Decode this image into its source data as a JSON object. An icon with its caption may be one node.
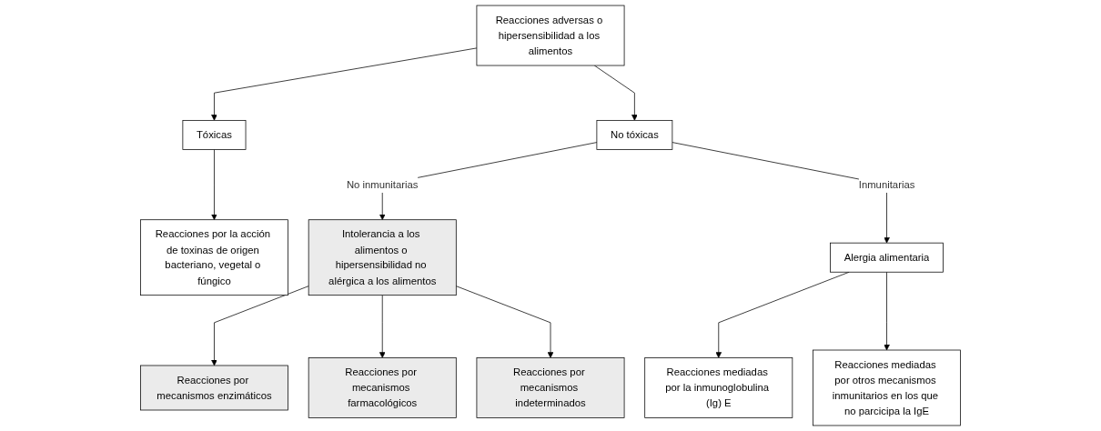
{
  "diagram": {
    "nodes": [
      {
        "text": [
          "Reacciones adversas o hipersensibilidad a los alimentos"
        ]
      },
      {
        "text": [
          "Tóxicas"
        ]
      },
      {
        "text": [
          "No tóxicas"
        ]
      },
      {
        "text": [
          "Reacciones por la acción de toxinas de origen bacteriano, vegetal o fúngico"
        ]
      },
      {
        "text": [
          "Intolerancia a los alimentos o hipersensibilidad no alérgica a los alimentos"
        ]
      },
      {
        "text": [
          "Alergia alimentaria"
        ]
      },
      {
        "text": [
          "Reacciones por mecanismos enzimáticos"
        ]
      },
      {
        "text": [
          "Reacciones por mecanismos farmacológicos"
        ]
      },
      {
        "text": [
          "Reacciones por mecanismos indeterminados"
        ]
      },
      {
        "text": [
          "Reacciones mediadas por la inmunoglobulina (Ig) E"
        ]
      },
      {
        "text": [
          "Reacciones mediadas por otros mecanismos inmunitarios en los que no parcicipa la IgE"
        ]
      }
    ],
    "edges": [
      {
        "from": 0,
        "to": 1,
        "arrow": "to"
      },
      {
        "from": 0,
        "to": 2,
        "arrow": "to"
      },
      {
        "from": 1,
        "to": 3,
        "arrow": "to"
      },
      {
        "from": 2,
        "to": 4,
        "arrow": "to",
        "label": "No inmunitarias"
      },
      {
        "from": 2,
        "to": 5,
        "arrow": "to",
        "label": "Inmunitarias"
      },
      {
        "from": 4,
        "to": 6,
        "arrow": "to"
      },
      {
        "from": 4,
        "to": 7,
        "arrow": "to"
      },
      {
        "from": 4,
        "to": 8,
        "arrow": "to"
      },
      {
        "from": 5,
        "to": 9,
        "arrow": "to"
      },
      {
        "from": 5,
        "to": 10,
        "arrow": "to"
      }
    ]
  }
}
